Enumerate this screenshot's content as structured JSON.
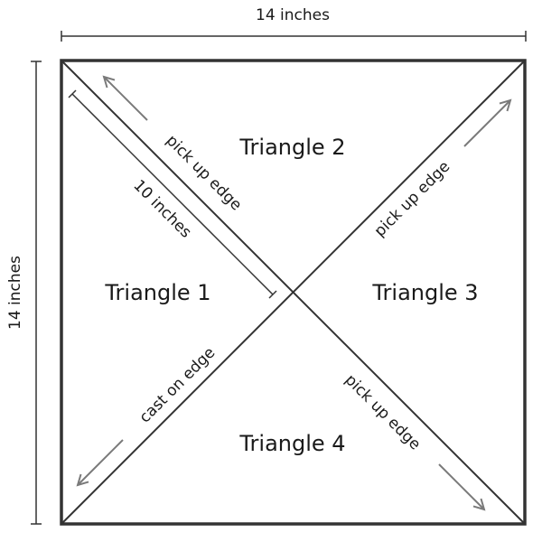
{
  "dimensions": {
    "width_label": "14 inches",
    "height_label": "14 inches",
    "diagonal_half_label": "10 inches"
  },
  "triangles": {
    "t1": "Triangle 1",
    "t2": "Triangle 2",
    "t3": "Triangle 3",
    "t4": "Triangle 4"
  },
  "edges": {
    "top_left": "pick up edge",
    "top_right": "pick up edge",
    "bottom_right": "pick up edge",
    "bottom_left": "cast on edge"
  },
  "colors": {
    "outline": "#333333",
    "dimension_line": "#333333",
    "arrow": "#7a7a7a",
    "text": "#1a1a1a",
    "background": "#ffffff"
  }
}
